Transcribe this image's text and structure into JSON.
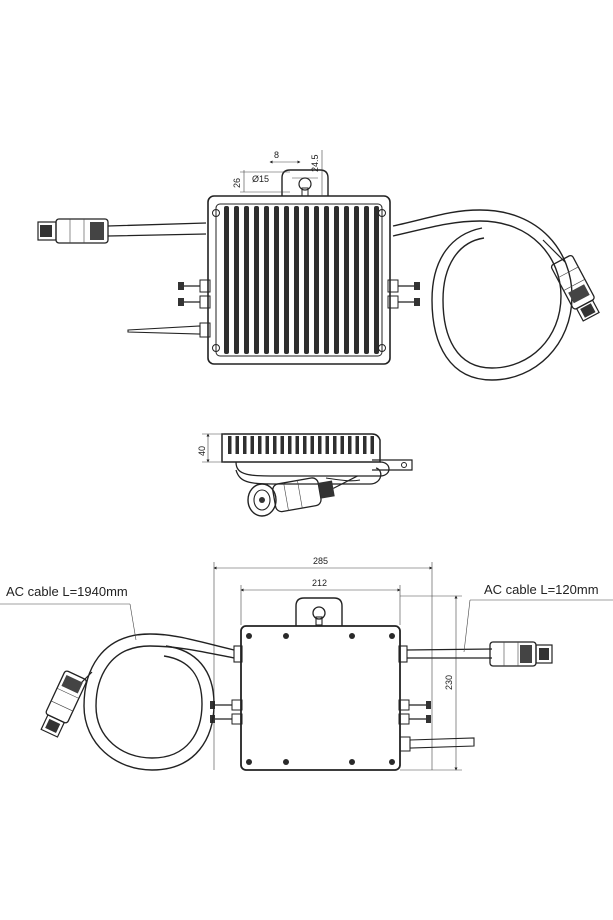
{
  "top_view": {
    "dim_width_small": "8",
    "dim_offset": "24.5",
    "dim_height": "26",
    "dim_hole": "Ø15"
  },
  "side_view": {
    "dim_thickness": "40"
  },
  "bottom_view": {
    "dim_total_width": "285",
    "dim_body_width": "212",
    "dim_height": "230",
    "cable_left_label": "AC cable L=1940mm",
    "cable_right_label": "AC cable L=120mm"
  }
}
